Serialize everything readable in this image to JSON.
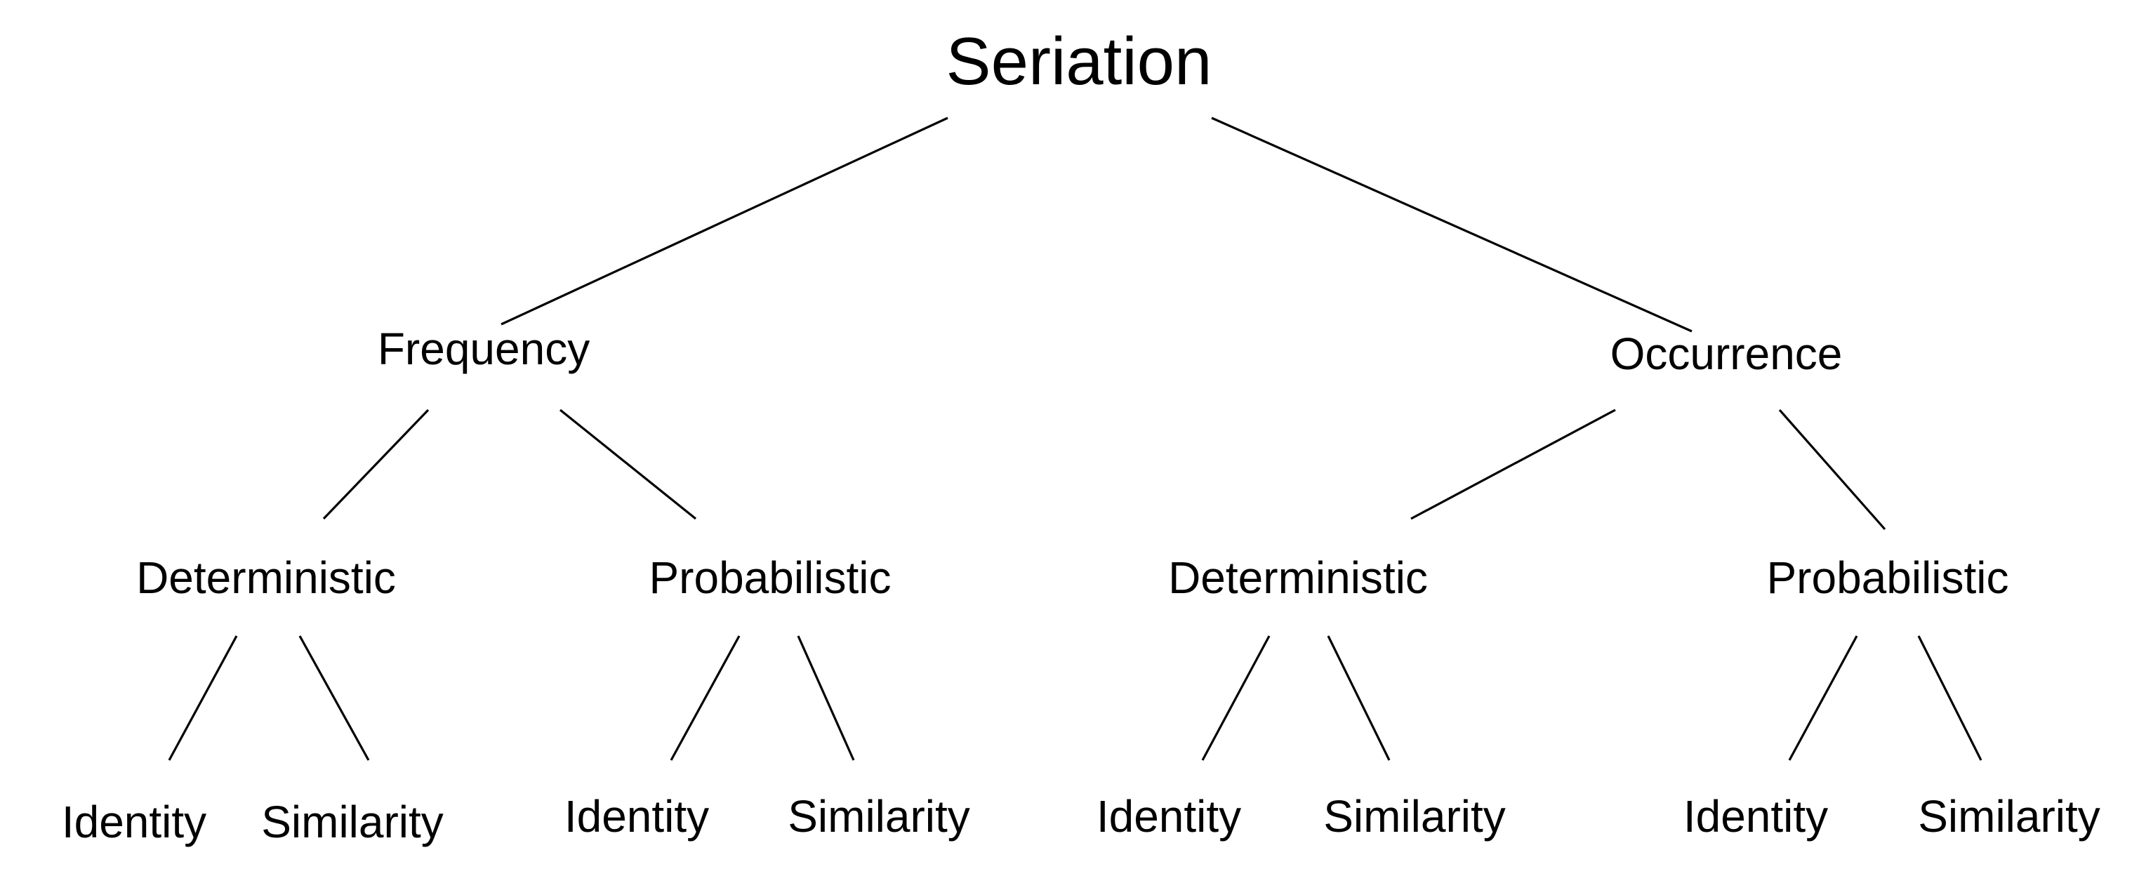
{
  "diagram": {
    "root": {
      "label": "Seriation"
    },
    "level1": [
      {
        "label": "Frequency"
      },
      {
        "label": "Occurrence"
      }
    ],
    "level2": [
      {
        "label": "Deterministic"
      },
      {
        "label": "Probabilistic"
      },
      {
        "label": "Deterministic"
      },
      {
        "label": "Probabilistic"
      }
    ],
    "level3": [
      {
        "label": "Identity"
      },
      {
        "label": "Similarity"
      },
      {
        "label": "Identity"
      },
      {
        "label": "Similarity"
      },
      {
        "label": "Identity"
      },
      {
        "label": "Similarity"
      },
      {
        "label": "Identity"
      },
      {
        "label": "Similarity"
      }
    ],
    "colors": {
      "text": "#000000",
      "lines": "#000000",
      "background": "#ffffff"
    }
  }
}
